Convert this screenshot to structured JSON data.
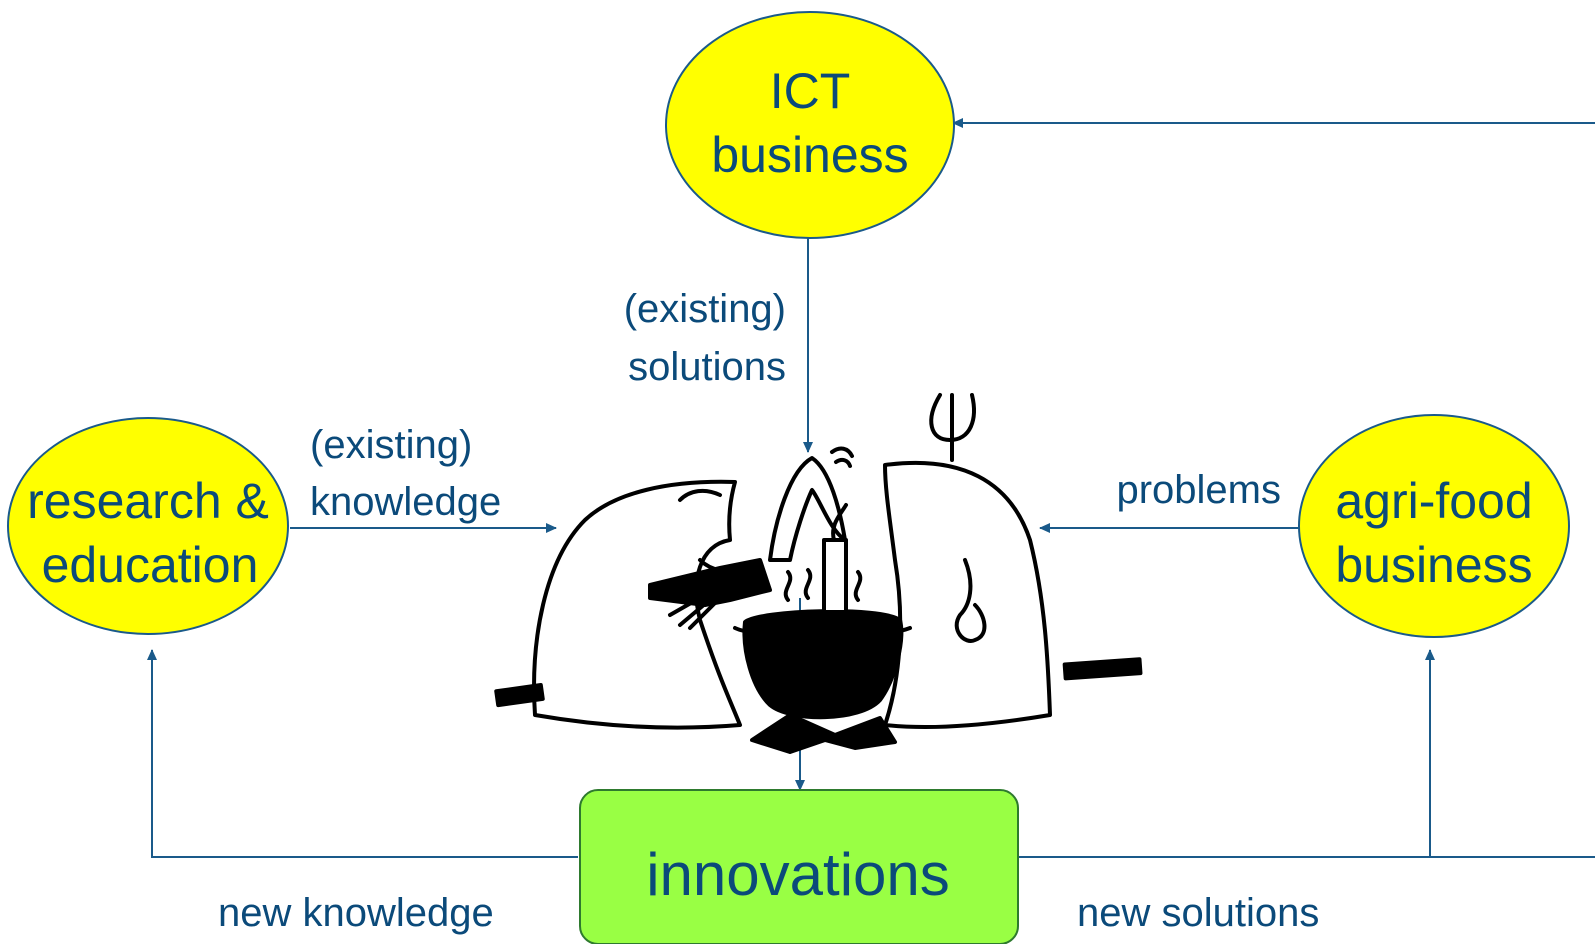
{
  "colors": {
    "line": "#1a5a8a",
    "text": "#0b4a7a",
    "ellipse_fill": "#ffff00",
    "box_fill": "#99ff44",
    "box_stroke": "#2e7a2e",
    "illustration": "#000000"
  },
  "nodes": {
    "ict": {
      "line1": "ICT",
      "line2": "business"
    },
    "research": {
      "line1": "research &",
      "line2": "education"
    },
    "agri": {
      "line1": "agri-food",
      "line2": "business"
    },
    "innovations": {
      "label": "innovations"
    }
  },
  "edges": {
    "ict_to_center": {
      "line1": "(existing)",
      "line2": "solutions"
    },
    "research_to_center": {
      "line1": "(existing)",
      "line2": "knowledge"
    },
    "agri_to_center": {
      "label": "problems"
    },
    "innov_to_research": {
      "label": "new knowledge"
    },
    "innov_to_agri": {
      "label": "new solutions"
    }
  }
}
